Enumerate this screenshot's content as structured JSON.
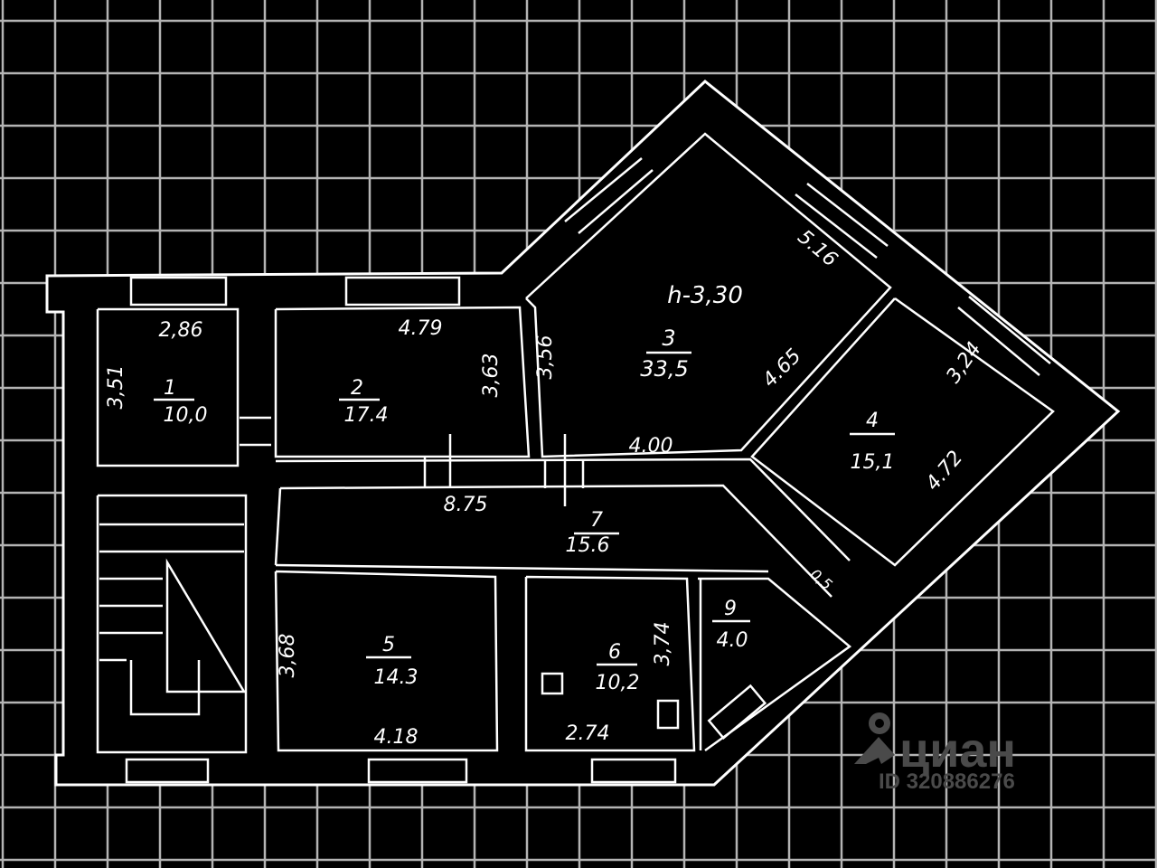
{
  "plan": {
    "ceiling_height": "h-3,30",
    "rooms": [
      {
        "number": "1",
        "area": "10,0"
      },
      {
        "number": "2",
        "area": "17.4"
      },
      {
        "number": "3",
        "area": "33,5"
      },
      {
        "number": "4",
        "area": "15,1"
      },
      {
        "number": "5",
        "area": "14.3"
      },
      {
        "number": "6",
        "area": "10,2"
      },
      {
        "number": "7",
        "area": "15.6"
      },
      {
        "number": "9",
        "area": "4.0"
      },
      {
        "number": "",
        "area": "0,5"
      }
    ],
    "dimensions": [
      "2,86",
      "3,51",
      "4.79",
      "3,63",
      "3,56",
      "5.16",
      "4.65",
      "3,24",
      "4.00",
      "4.72",
      "8.75",
      "3,68",
      "4.18",
      "2.74",
      "3,74"
    ]
  },
  "watermark": {
    "brand": "циан",
    "id": "ID 320886276"
  },
  "colors": {
    "background": "#000000",
    "grid": "#b4b4b4",
    "lines": "#ffffff",
    "watermark": "#4a4a4a"
  }
}
